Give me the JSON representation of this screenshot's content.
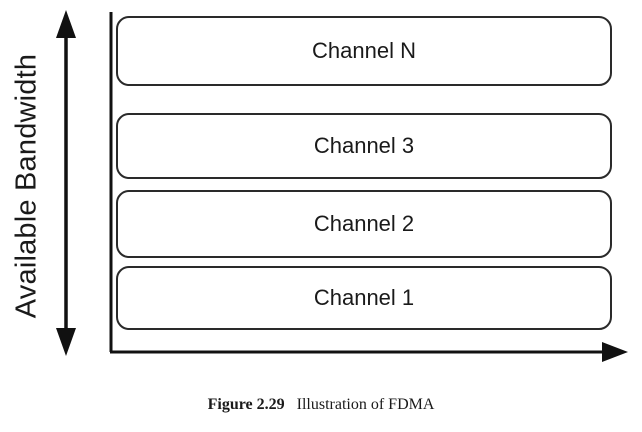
{
  "y_axis_label": "Available Bandwidth",
  "channels": [
    {
      "label": "Channel N"
    },
    {
      "label": "Channel 3"
    },
    {
      "label": "Channel 2"
    },
    {
      "label": "Channel 1"
    }
  ],
  "caption": {
    "prefix": "Figure 2.29",
    "text": "Illustration of FDMA"
  }
}
